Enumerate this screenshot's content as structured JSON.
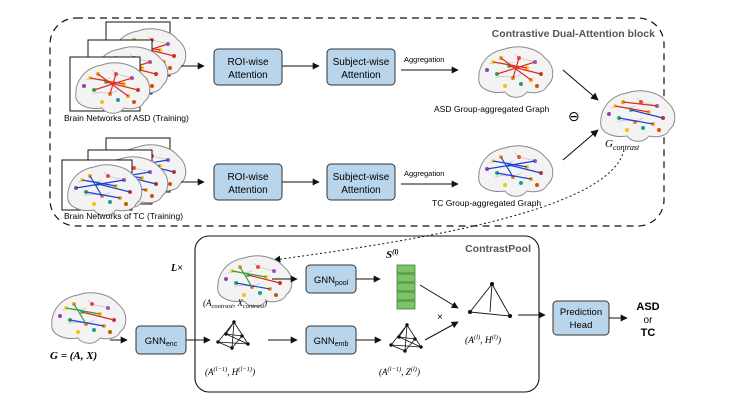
{
  "colors": {
    "node_fill": "#b9d5ec",
    "node_stroke": "#333333",
    "bar_fill": "#7cc46a",
    "bar_stroke": "#3e7f2f",
    "asd_edges": "#e02a1f",
    "tc_edges": "#1f3fd6",
    "brain_outline": "#8a8a8a",
    "brain_fill": "#f3f3f3"
  },
  "contrastive_block": {
    "title": "Contrastive Dual-Attention block",
    "asd_stack_caption": "Brain Networks of ASD (Training)",
    "tc_stack_caption": "Brain Networks of TC (Training)",
    "roi_attention_top_line1": "ROI-wise",
    "roi_attention_top_line2": "Attention",
    "subject_attention_top_line1": "Subject-wise",
    "subject_attention_top_line2": "Attention",
    "roi_attention_bottom_line1": "ROI-wise",
    "roi_attention_bottom_line2": "Attention",
    "subject_attention_bottom_line1": "Subject-wise",
    "subject_attention_bottom_line2": "Attention",
    "aggregation_top": "Aggregation",
    "aggregation_bottom": "Aggregation",
    "asd_group_graph_caption": "ASD Group-aggregated Graph",
    "tc_group_graph_caption": "TC Group-aggregated Graph",
    "minus_symbol": "⊖",
    "g_contrast_base": "G",
    "g_contrast_sub": "contrast"
  },
  "contrastpool": {
    "title": "ContrastPool",
    "repeat_label": "L×",
    "a_contrast_label": "(A",
    "a_contrast_sub": "contrast",
    "x_contrast_label": ", X",
    "x_contrast_sub": "contrast",
    "close_paren": ")",
    "gnn_pool_base": "GNN",
    "gnn_pool_sub": "pool",
    "gnn_emb_base": "GNN",
    "gnn_emb_sub": "emb",
    "s_label": "S",
    "s_sup": "(l)",
    "times_symbol": "×",
    "ah_prev_label": "(A",
    "ah_prev_sup1": "(l−1)",
    "ah_prev_mid": ", H",
    "ah_prev_sup2": "(l−1)",
    "az_label": "(A",
    "az_sup1": "(l−1)",
    "az_mid": ", Z",
    "az_sup2": "(l)",
    "ah_out_label": "(A",
    "ah_out_sup1": "(l)",
    "ah_out_mid": ", H",
    "ah_out_sup2": "(l)"
  },
  "input": {
    "g_equation": "G = (A, X)"
  },
  "gnn_enc": {
    "base": "GNN",
    "sub": "enc"
  },
  "prediction_head": {
    "line1": "Prediction",
    "line2": "Head"
  },
  "outputs": {
    "asd": "ASD",
    "or": "or",
    "tc": "TC"
  }
}
